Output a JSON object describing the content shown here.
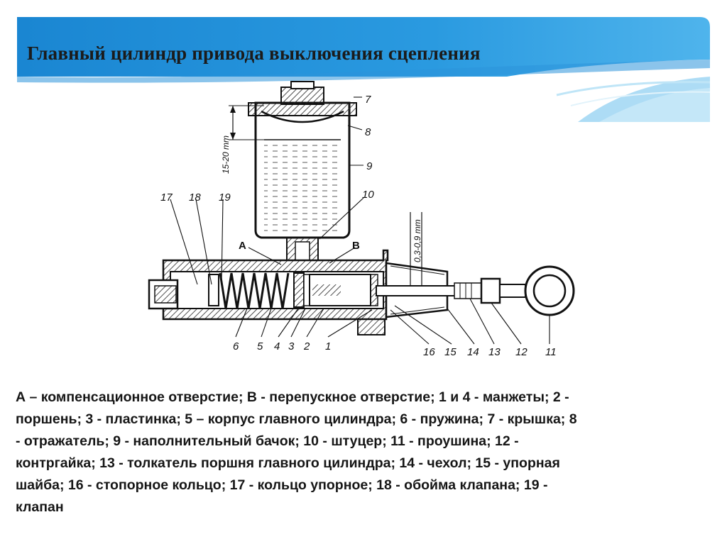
{
  "title": "Главный цилиндр привода выключения сцепления",
  "colors": {
    "header_blue": "#1f8fd6",
    "header_light": "#8fd0f2",
    "text": "#161616"
  },
  "diagram": {
    "labels": {
      "n1": "1",
      "n2": "2",
      "n3": "3",
      "n4": "4",
      "n5": "5",
      "n6": "6",
      "n7": "7",
      "n8": "8",
      "n9": "9",
      "n10": "10",
      "n11": "11",
      "n12": "12",
      "n13": "13",
      "n14": "14",
      "n15": "15",
      "n16": "16",
      "n17": "17",
      "n18": "18",
      "n19": "19",
      "A": "А",
      "B": "В"
    },
    "dim_level": "15-20 mm",
    "dim_gap": "0,3-0,9 mm"
  },
  "caption": {
    "line1": "А – компенсационное отверстие; В - перепускное отверстие; 1 и 4 - манжеты; 2 -",
    "line2": "поршень; 3 - пластинка; 5 – корпус главного цилиндра; 6 - пружина; 7 - крышка; 8",
    "line3": "- отражатель; 9 - наполнительный бачок; 10 - штуцер; 11 - проушина; 12 -",
    "line4": "контргайка; 13 - толкатель поршня главного цилиндра; 14 - чехол; 15 - упорная",
    "line5": "шайба; 16 - стопорное кольцо; 17 - кольцо упорное; 18 - обойма клапана; 19 -",
    "line6": "клапан"
  }
}
